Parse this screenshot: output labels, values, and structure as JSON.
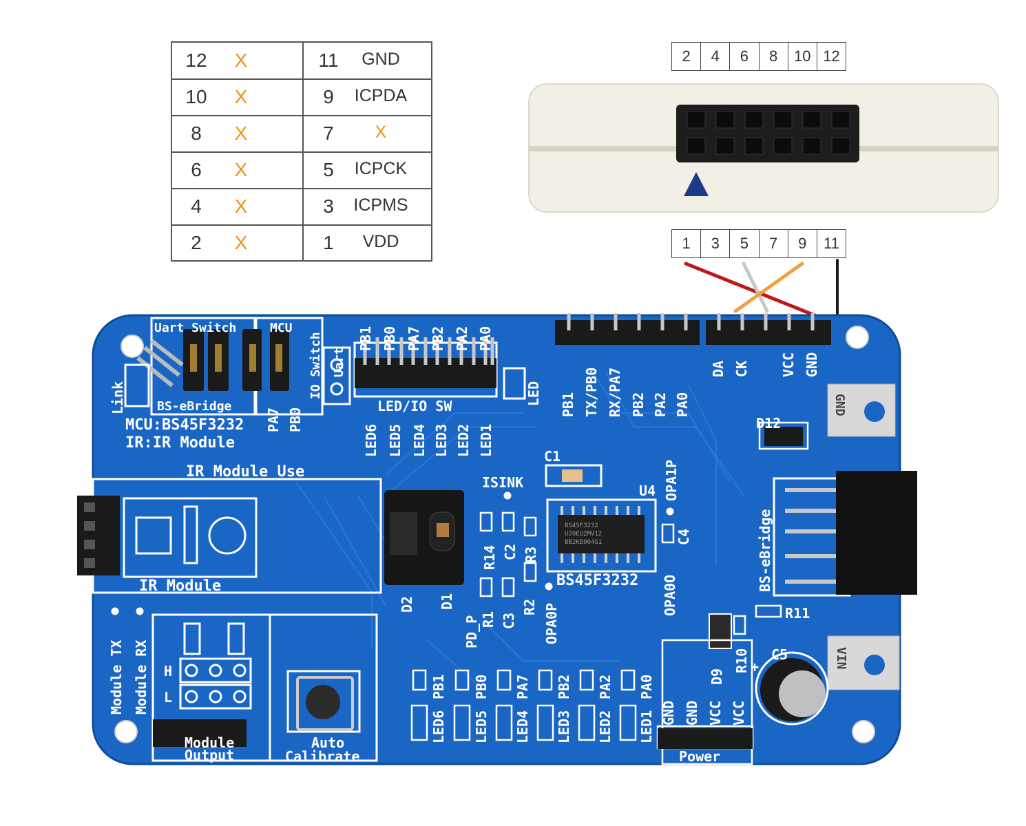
{
  "pin_table": {
    "rows": [
      {
        "left_num": "12",
        "left_sig": "X",
        "right_num": "11",
        "right_sig": "GND"
      },
      {
        "left_num": "10",
        "left_sig": "X",
        "right_num": "9",
        "right_sig": "ICPDA"
      },
      {
        "left_num": "8",
        "left_sig": "X",
        "right_num": "7",
        "right_sig": "X"
      },
      {
        "left_num": "6",
        "left_sig": "X",
        "right_num": "5",
        "right_sig": "ICPCK"
      },
      {
        "left_num": "4",
        "left_sig": "X",
        "right_num": "3",
        "right_sig": "ICPMS"
      },
      {
        "left_num": "2",
        "left_sig": "X",
        "right_num": "1",
        "right_sig": "VDD"
      }
    ]
  },
  "connector_top_pins": [
    "2",
    "4",
    "6",
    "8",
    "10",
    "12"
  ],
  "connector_bottom_pins": [
    "1",
    "3",
    "5",
    "7",
    "9",
    "11"
  ],
  "colors": {
    "board": "#1a66c4",
    "silk": "#ffffff",
    "x_mark": "#f0901c",
    "wire_red": "#c0171b",
    "wire_gray": "#c7c7c7",
    "wire_orange": "#f0a040",
    "wire_black": "#1a1a1a",
    "programmer_body": "#f2efe6",
    "triangle": "#1d3a8a"
  },
  "board": {
    "uart_switch": "Uart Switch",
    "mcu": "MCU",
    "io_switch": "IO Switch",
    "uart": "Uart",
    "link": "Link",
    "bs_ebridge_left": "BS-eBridge",
    "mcu_line": "MCU:BS45F3232",
    "ir_line": "IR:IR Module",
    "pa7_label": "PA7",
    "pb0_label": "PB0",
    "io_pins": [
      "PB1",
      "PB0",
      "PA7",
      "PB2",
      "PA2",
      "PA0"
    ],
    "led_io_sw": "LED/IO SW",
    "led_labels": [
      "LED6",
      "LED5",
      "LED4",
      "LED3",
      "LED2",
      "LED1"
    ],
    "led": "LED",
    "header_mid": [
      "PB1",
      "TX/PB0",
      "RX/PA7",
      "PB2",
      "PA2",
      "PA0"
    ],
    "header_right": [
      "DA",
      "CK",
      "VCC",
      "GND"
    ],
    "gnd_pad": "GND",
    "vin_pad": "VIN",
    "d12": "D12",
    "bs_ebridge_right": "BS-eBridge",
    "ir_module_use": "IR Module Use",
    "ir_module": "IR Module",
    "isink": "ISINK",
    "c1": "C1",
    "u4": "U4",
    "opa1p": "OPA1P",
    "c4": "C4",
    "opa0o": "OPA0O",
    "opa0p": "OPA0P",
    "chip_label": "BS45F3232",
    "chip_text": [
      "BS45F3232",
      "U20EUZMV12",
      "BB2KE004G1"
    ],
    "r14": "R14",
    "c2": "C2",
    "r3": "R3",
    "r1": "R1",
    "c3": "C3",
    "r2": "R2",
    "d1": "D1",
    "d2": "D2",
    "pd_p": "PD_P",
    "r11": "R11",
    "r10": "R10",
    "d9": "D9",
    "c5": "C5",
    "plus": "+",
    "module_tx": "Module TX",
    "module_rx": "Module RX",
    "h": "H",
    "l": "L",
    "module_output": [
      "Module",
      "Output"
    ],
    "auto_calibrate": [
      "Auto",
      "Calibrate"
    ],
    "pin_labels_top": [
      "PB1",
      "PB0",
      "PA7",
      "PB2",
      "PA2",
      "PA0"
    ],
    "led_labels_bottom": [
      "LED6",
      "LED5",
      "LED4",
      "LED3",
      "LED2",
      "LED1"
    ],
    "power_pins": [
      "GND",
      "GND",
      "VCC",
      "VCC"
    ],
    "power": "Power"
  }
}
